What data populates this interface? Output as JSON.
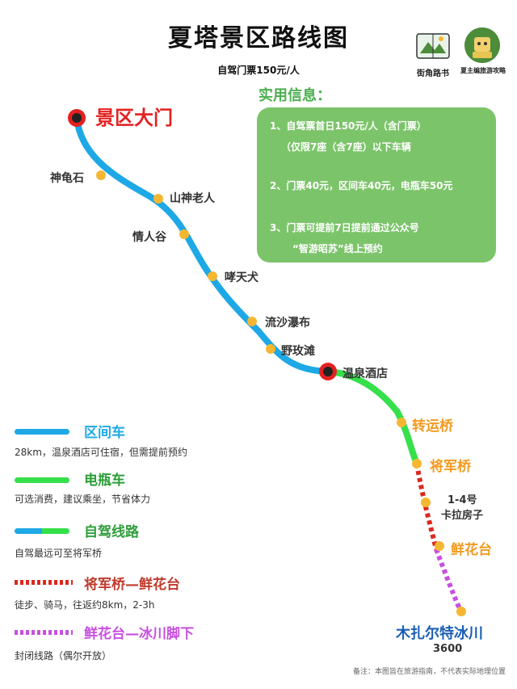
{
  "title": "夏塔景区路线图",
  "subtitle": "自驾门票150元/人",
  "logos": {
    "left_text": "街角路书",
    "right_text": "夏主编旅游攻略"
  },
  "info": {
    "title": "实用信息：",
    "lines": [
      "1、自驾票首日150元/人（含门票）",
      "（仅限7座（含7座）以下车辆",
      "2、门票40元，区间车40元，电瓶车50元",
      "3、门票可提前7日提前通过公众号",
      "“智游昭苏”线上预约"
    ]
  },
  "stops": {
    "gate": "景区大门",
    "shenguishi": "神龟石",
    "shanshen": "山神老人",
    "qingrengu": "情人谷",
    "xiaotianquan": "哮天犬",
    "liusha": "流沙瀑布",
    "yemeigui": "野玫滩",
    "hotel": "温泉酒店",
    "zhuanyun": "转运桥",
    "jiangjun": "将军桥",
    "kala_line1": "1-4号",
    "kala_line2": "卡拉房子",
    "xianhua": "鲜花台",
    "glacier": "木扎尔特冰川",
    "glacier_alt": "3600"
  },
  "legend": [
    {
      "title": "区间车",
      "desc": "28km，温泉酒店可住宿，但需提前预约",
      "color": "#1ea8e6",
      "title_color": "#1ea8e6"
    },
    {
      "title": "电瓶车",
      "desc": "可选消费，建议乘坐，节省体力",
      "color": "#35e04a",
      "title_color": "#2e9e3a"
    },
    {
      "title": "自驾线路",
      "desc": "自驾最远可至将军桥",
      "color": "#1ea8e6",
      "color2": "#35e04a",
      "title_color": "#2e9e3a"
    },
    {
      "title": "将军桥—鲜花台",
      "desc": "徒步、骑马，往返约8km，2-3h",
      "color": "#d92a1e",
      "title_color": "#c0392b"
    },
    {
      "title": "鲜花台—冰川脚下",
      "desc": "封闭线路（偶尔开放）",
      "color": "#c84fe0",
      "title_color": "#c84fe0"
    }
  ],
  "note": "备注：本图旨在旅游指南，不代表实际地理位置",
  "colors": {
    "bus": "#1ea8e6",
    "ebike": "#35e04a",
    "hike": "#d92a1e",
    "closed": "#c84fe0",
    "dot": "#f5b731",
    "accent": "#f39a1e"
  }
}
